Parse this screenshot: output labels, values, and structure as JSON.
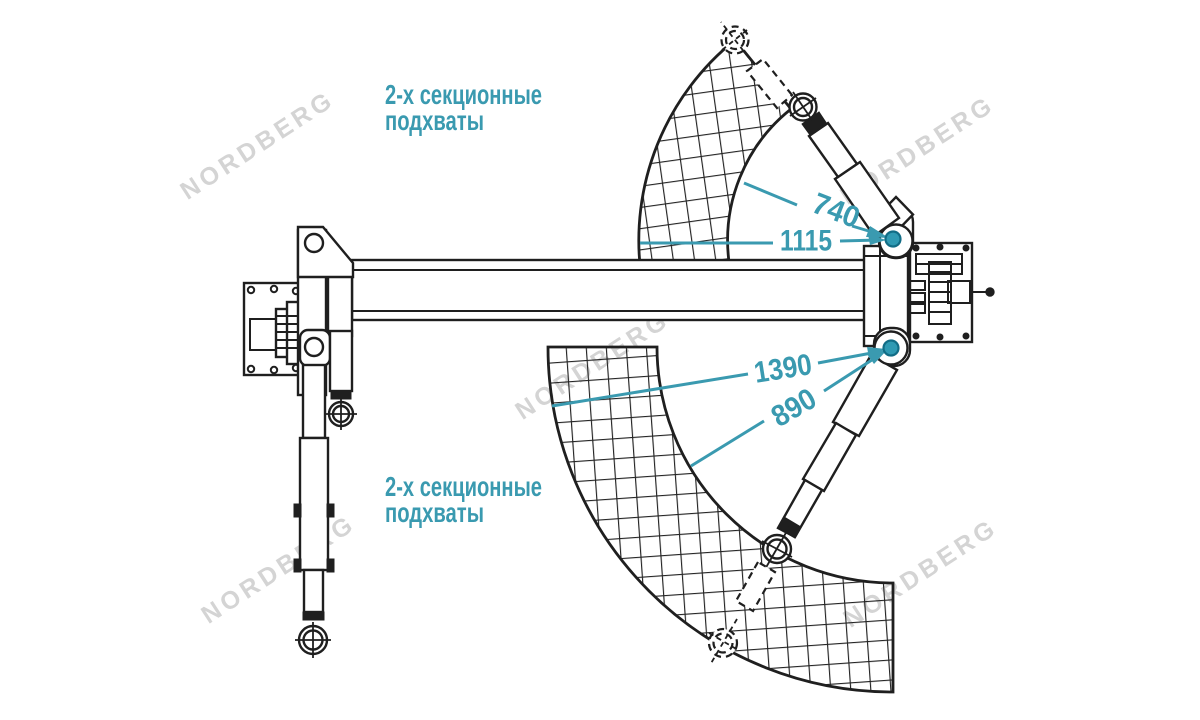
{
  "diagram": {
    "brand_watermark": "NORDBERG",
    "callout_top": {
      "line1": "2-х секционные",
      "line2": "подхваты"
    },
    "callout_bottom": {
      "line1": "2-х секционные",
      "line2": "подхваты"
    },
    "dims": {
      "top_arm_min": "740",
      "top_arm_max": "1115",
      "bottom_arm_max": "1390",
      "bottom_arm_min": "890"
    },
    "colors": {
      "accent_teal": "#3a9ab0",
      "line_ink": "#1f1f1f",
      "watermark_gray": "#c4c4c4",
      "pivot_dot": "#2f9ab3"
    }
  }
}
